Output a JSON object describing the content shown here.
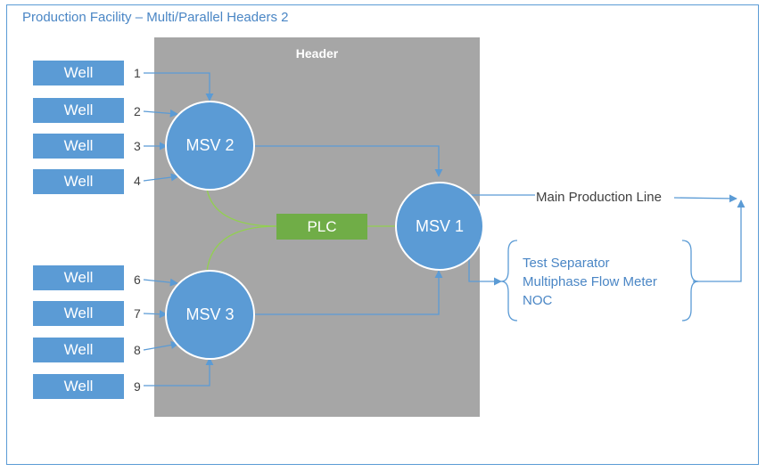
{
  "title": "Production Facility – Multi/Parallel Headers 2",
  "header": {
    "label": "Header"
  },
  "wells": [
    {
      "label": "Well",
      "number": "1"
    },
    {
      "label": "Well",
      "number": "2"
    },
    {
      "label": "Well",
      "number": "3"
    },
    {
      "label": "Well",
      "number": "4"
    },
    {
      "label": "Well",
      "number": "6"
    },
    {
      "label": "Well",
      "number": "7"
    },
    {
      "label": "Well",
      "number": "8"
    },
    {
      "label": "Well",
      "number": "9"
    }
  ],
  "msv": {
    "msv1": "MSV 1",
    "msv2": "MSV 2",
    "msv3": "MSV 3"
  },
  "plc": "PLC",
  "main_line": "Main Production Line",
  "test_outputs": [
    "Test Separator",
    "Multiphase Flow Meter",
    "NOC"
  ],
  "colors": {
    "blue": "#5b9bd5",
    "green": "#70ad47",
    "gray": "#a6a6a6",
    "title_blue": "#4a86c5"
  }
}
